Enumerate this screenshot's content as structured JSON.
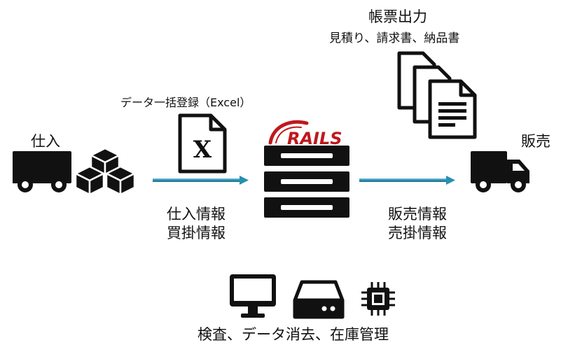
{
  "left": {
    "title": "仕入",
    "icons": [
      "truck-icon",
      "boxes-icon"
    ]
  },
  "import": {
    "label": "データ一括登録（Excel）",
    "icon": "excel-file-icon",
    "letter": "X"
  },
  "purchase_info": {
    "line1": "仕入情報",
    "line2": "買掛情報"
  },
  "server": {
    "logo": "RAILS",
    "logo_color": "#c0181d",
    "icon": "server-rack-icon"
  },
  "sales_info": {
    "line1": "販売情報",
    "line2": "売掛情報"
  },
  "documents": {
    "title": "帳票出力",
    "subtitle": "見積り、請求書、納品書",
    "icon": "documents-icon"
  },
  "right": {
    "title": "販売",
    "icons": [
      "truck-icon"
    ]
  },
  "bottom": {
    "label": "検査、データ消去、在庫管理",
    "icons": [
      "monitor-icon",
      "hard-drive-icon",
      "chip-icon"
    ]
  },
  "colors": {
    "arrow": "#2a8fb0",
    "icon": "#111111"
  }
}
